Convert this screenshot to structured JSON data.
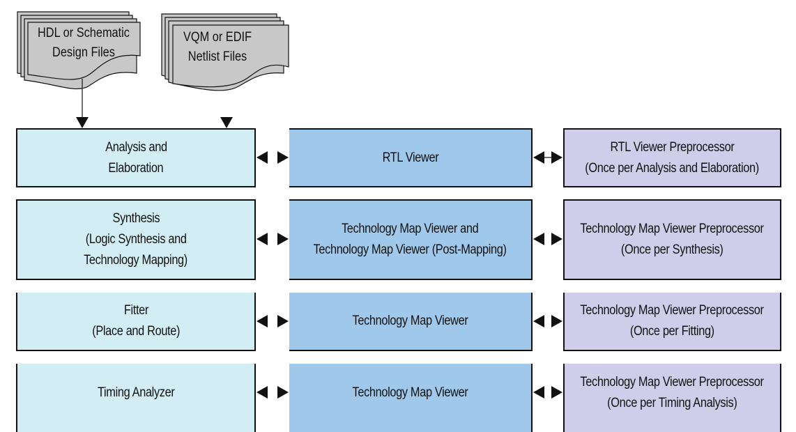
{
  "inputs": {
    "hdl_files": [
      "HDL or Schematic",
      "Design Files"
    ],
    "netlist_files": [
      "VQM or EDIF",
      "Netlist Files"
    ]
  },
  "colors": {
    "document_fill": "#c8c8c8",
    "compile_stage_fill": "#d3edf4",
    "viewer_fill": "#9fc8ea",
    "preprocessor_fill": "#cfcde9"
  },
  "rows": [
    {
      "stage": [
        "Analysis and",
        "Elaboration"
      ],
      "viewer": [
        "RTL Viewer"
      ],
      "preprocessor": [
        "RTL Viewer Preprocessor",
        "(Once per Analysis and Elaboration)"
      ]
    },
    {
      "stage": [
        "Synthesis",
        "(Logic Synthesis and",
        "Technology Mapping)"
      ],
      "viewer": [
        "Technology Map Viewer and",
        "Technology Map Viewer (Post-Mapping)"
      ],
      "preprocessor": [
        "Technology Map Viewer Preprocessor",
        "(Once per Synthesis)"
      ]
    },
    {
      "stage": [
        "Fitter",
        "(Place and Route)"
      ],
      "viewer": [
        "Technology Map Viewer"
      ],
      "preprocessor": [
        "Technology Map Viewer Preprocessor",
        "(Once per Fitting)"
      ]
    },
    {
      "stage": [
        "Timing Analyzer"
      ],
      "viewer": [
        "Technology Map Viewer"
      ],
      "preprocessor": [
        "Technology Map Viewer Preprocessor",
        "(Once per Timing Analysis)"
      ]
    }
  ]
}
